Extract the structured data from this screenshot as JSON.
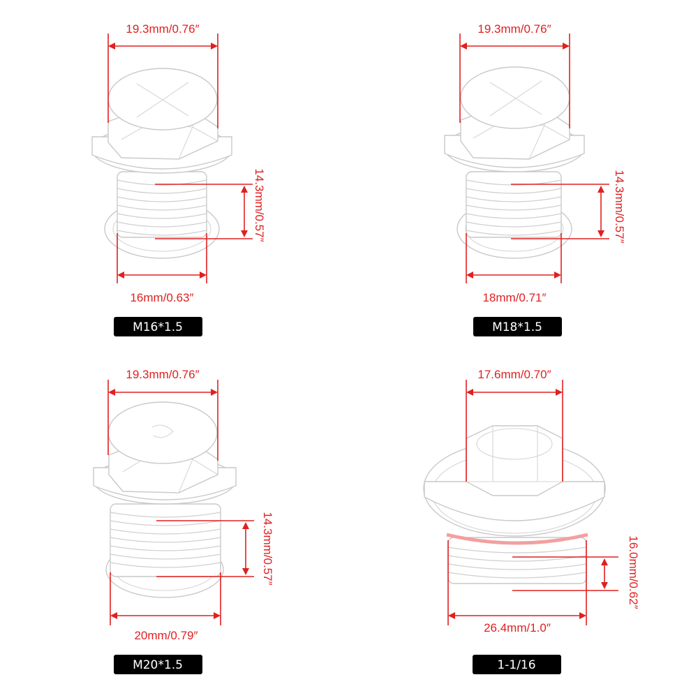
{
  "colors": {
    "dimension": "#e02020",
    "badge_bg": "#000000",
    "badge_text": "#ffffff",
    "metal_outline": "#c9c9c9",
    "seal_ring": "#f2a0a0"
  },
  "plugs": [
    {
      "id": "m16",
      "badge": "M16*1.5",
      "hex_width": "19.3mm/0.76″",
      "thread_length": "14.3mm/0.57″",
      "thread_diameter": "16mm/0.63″"
    },
    {
      "id": "m18",
      "badge": "M18*1.5",
      "hex_width": "19.3mm/0.76″",
      "thread_length": "14.3mm/0.57″",
      "thread_diameter": "18mm/0.71″"
    },
    {
      "id": "m20",
      "badge": "M20*1.5",
      "hex_width": "19.3mm/0.76″",
      "thread_length": "14.3mm/0.57″",
      "thread_diameter": "20mm/0.79″"
    },
    {
      "id": "1-1-16",
      "badge": "1-1/16",
      "hex_width": "17.6mm/0.70″",
      "thread_length": "16.0mm/0.62″",
      "thread_diameter": "26.4mm/1.0″"
    }
  ]
}
